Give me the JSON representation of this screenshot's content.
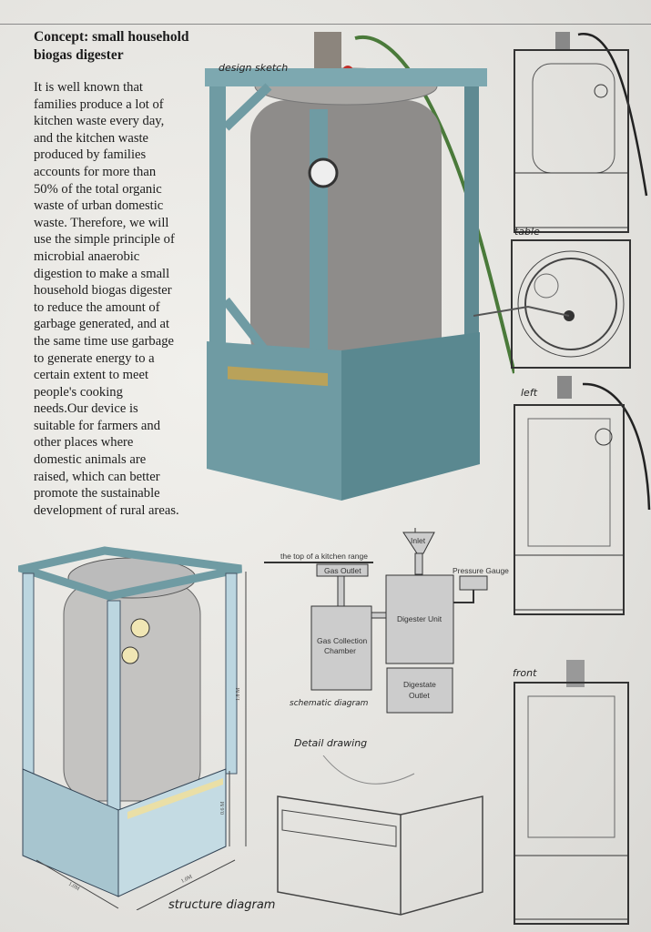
{
  "title": "Concept: small household biogas digester",
  "paragraph_lines": [
    "It is well known that",
    "families produce a lot of",
    "kitchen waste every day,",
    "and the kitchen waste",
    "produced by families",
    "accounts for more than",
    "50% of the total organic",
    "waste of urban domestic",
    "waste. Therefore, we will",
    "use the simple principle of",
    "microbial anaerobic",
    "digestion to make a small",
    "household biogas digester",
    "to reduce the amount of",
    "garbage generated, and at",
    "the same time use garbage",
    "to generate energy to a",
    "certain extent to meet",
    "people's cooking",
    "needs.Our device is",
    "suitable for farmers and",
    "other places where",
    "domestic animals are",
    "raised, which can better",
    "promote the sustainable",
    "development of rural areas."
  ],
  "labels": {
    "design_sketch": "design sketch",
    "table": "table",
    "left": "left",
    "front": "front",
    "schematic_diagram": "schematic diagram",
    "detail_drawing": "Detail drawing",
    "structure_diagram": "structure diagram"
  },
  "schematic": {
    "kitchen_range": "the top of a kitchen range",
    "gas_outlet": "Gas Outlet",
    "inlet": "Inlet",
    "pressure_gauge": "Pressure Gauge",
    "digester_unit": "Digester Unit",
    "gas_collection_1": "Gas Collection",
    "gas_collection_2": "Chamber",
    "digestate_1": "Digestate",
    "digestate_2": "Outlet"
  },
  "dimensions": {
    "height": "1.8 M",
    "base_height": "0.6 M",
    "depth": "1.0M",
    "width": "1.0M"
  },
  "colors": {
    "frame": "#6f9ba3",
    "frame_light": "#bcd6e0",
    "tank": "#9a9896",
    "paper": "#e8e7e3"
  }
}
